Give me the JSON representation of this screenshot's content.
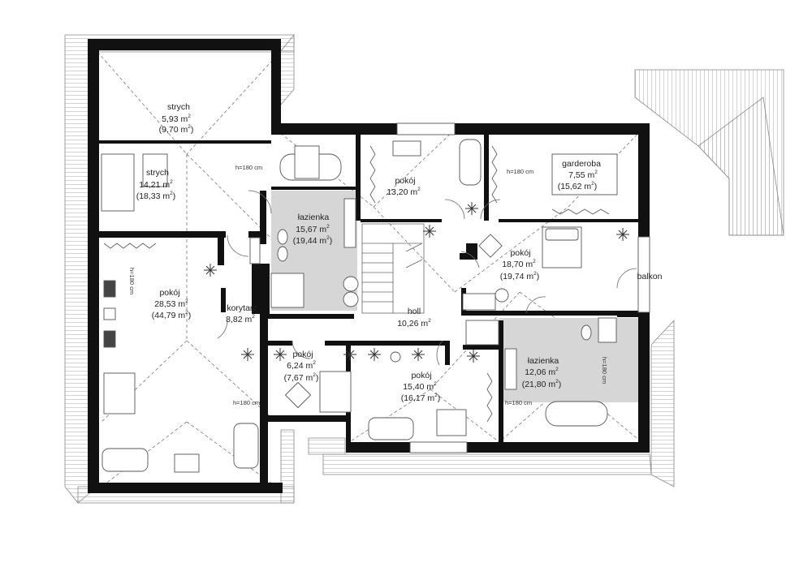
{
  "rooms": {
    "strych_top": {
      "name": "strych",
      "area": "5,93 m",
      "area_gross": "(9,70 m",
      "unit": ")"
    },
    "strych_mid": {
      "name": "strych",
      "area": "14,21 m",
      "area_gross": "(18,33 m",
      "unit": ")"
    },
    "pokoj_left": {
      "name": "pokój",
      "area": "28,53 m",
      "area_gross": "(44,79 m",
      "unit": ")"
    },
    "korytarz": {
      "name": "korytarz",
      "area": "8,82 m"
    },
    "lazienka_top": {
      "name": "łazienka",
      "area": "15,67 m",
      "area_gross": "(19,44 m",
      "unit": ")"
    },
    "pokoj_top": {
      "name": "pokój",
      "area": "13,20 m"
    },
    "garderoba": {
      "name": "garderoba",
      "area": "7,55 m",
      "area_gross": "(15,62 m",
      "unit": ")"
    },
    "pokoj_master": {
      "name": "pokój",
      "area": "18,70 m",
      "area_gross": "(19,74 m",
      "unit": ")"
    },
    "balkon": {
      "name": "balkon"
    },
    "holl": {
      "name": "holl",
      "area": "10,26 m"
    },
    "pokoj_small": {
      "name": "pokój",
      "area": "6,24 m",
      "area_gross": "(7,67 m",
      "unit": ")"
    },
    "pokoj_bottom": {
      "name": "pokój",
      "area": "15,40 m",
      "area_gross": "(16,17 m",
      "unit": ")"
    },
    "lazienka_right": {
      "name": "łazienka",
      "area": "12,06 m",
      "area_gross": "(21,80 m",
      "unit": ")"
    }
  },
  "sq": "2",
  "heights": {
    "h1": "h=180 cm",
    "h2": "h=180 cm",
    "h3": "h=180 cm",
    "h4": "h=180 cm",
    "h5": "h=180 cm",
    "h6": "h=180 cm"
  },
  "colors": {
    "wall": "#111111",
    "tile": "#d6d6d6",
    "roof": "#8a8a8a"
  }
}
